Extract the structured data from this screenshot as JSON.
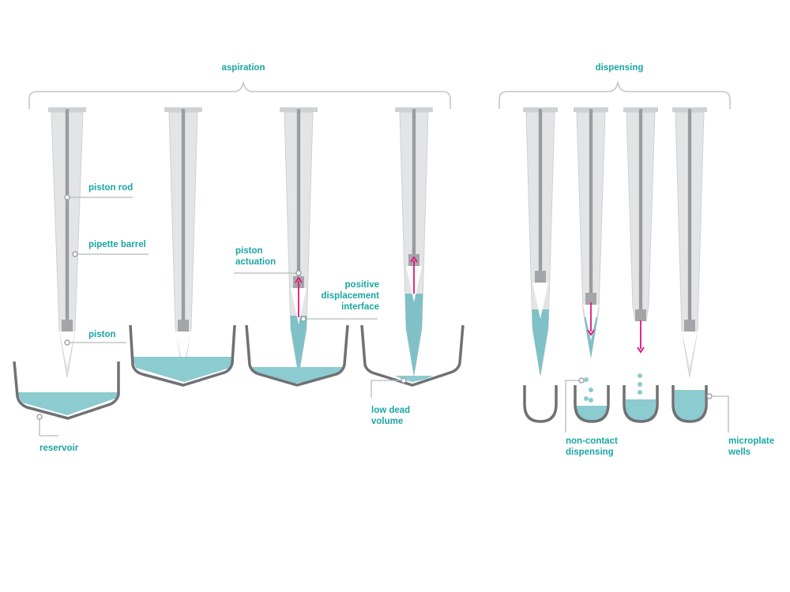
{
  "colors": {
    "label": "#1aa7a3",
    "barrel": "#e3e4e6",
    "barrel_edge": "#cfd1d4",
    "rod": "#9a9c9f",
    "piston": "#a3a5a8",
    "liquid": "#8ccbd0",
    "liquid_in_tip": "#7fc1c7",
    "vessel": "#6f7175",
    "leader": "#b7b9bc",
    "arrow": "#e0147c"
  },
  "groups": {
    "aspiration": "aspiration",
    "dispensing": "dispensing"
  },
  "labels": {
    "piston_rod": "piston rod",
    "pipette_barrel": "pipette barrel",
    "piston": "piston",
    "reservoir": "reservoir",
    "piston_actuation_1": "piston",
    "piston_actuation_2": "actuation",
    "pdi_1": "positive",
    "pdi_2": "displacement",
    "pdi_3": "interface",
    "ldv_1": "low dead",
    "ldv_2": "volume",
    "ncd_1": "non-contact",
    "ncd_2": "dispensing",
    "mw_1": "microplate",
    "mw_2": "wells"
  }
}
